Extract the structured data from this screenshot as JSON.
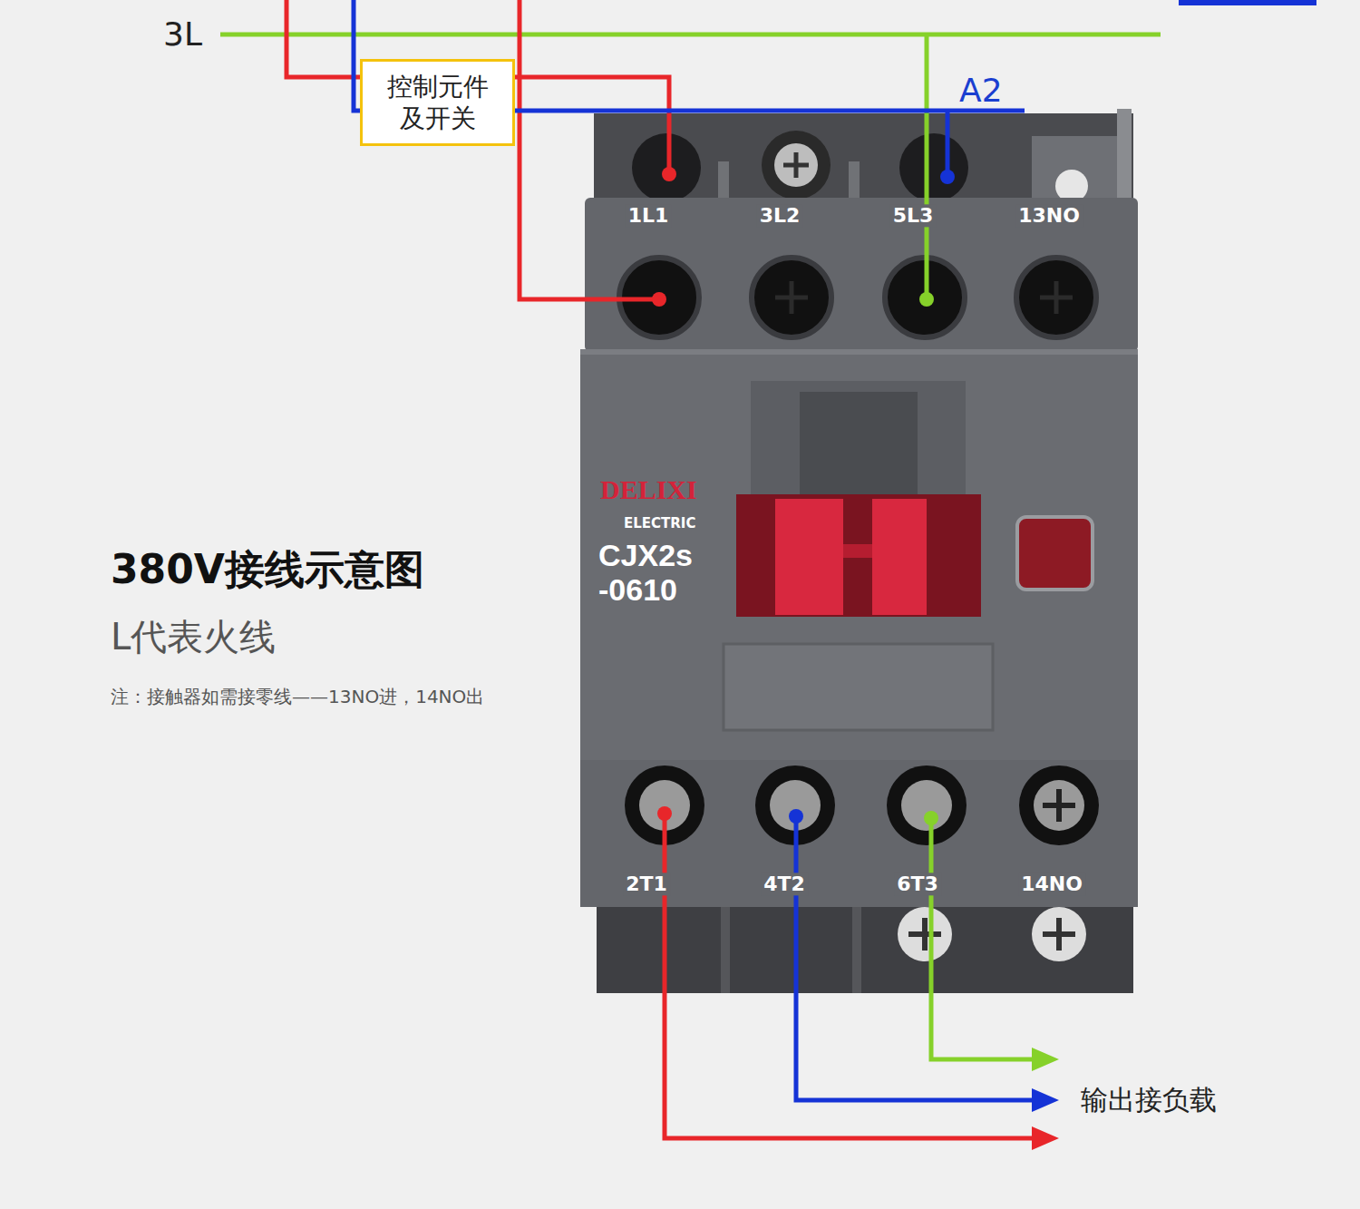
{
  "diagram": {
    "title": "380V接线示意图",
    "nodes": [
      {
        "text": [
          "控制元件 及开关"
        ]
      }
    ],
    "labels": [
      "3L",
      "A2",
      "1L1",
      "3L2",
      "5L3",
      "13NO",
      "DELIXI",
      "ELECTRIC",
      "CJX2s",
      "-0610",
      "2T1",
      "4T2",
      "6T3",
      "14NO",
      "L代表火线",
      "注：接触器如需接零线——13NO进，14NO出",
      "输出接负载"
    ]
  }
}
